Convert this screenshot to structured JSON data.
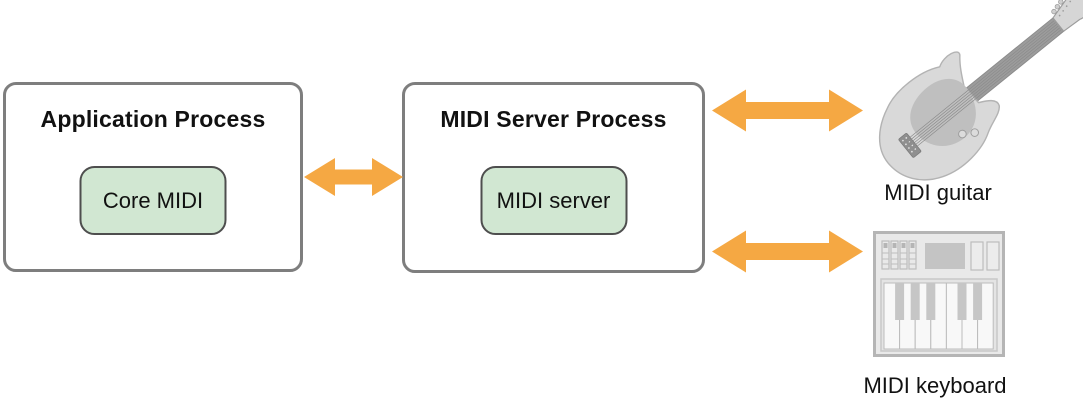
{
  "colors": {
    "arrow_orange": "#F5A843",
    "box_border_gray": "#7E7E7E",
    "green_fill": "#D1E7D2",
    "green_border": "#4E4E4E",
    "text_color": "#111111",
    "canvas_bg": "#FFFFFF"
  },
  "processes": [
    {
      "title": "Application Process",
      "component": "Core MIDI"
    },
    {
      "title": "MIDI Server Process",
      "component": "MIDI server"
    }
  ],
  "devices": [
    {
      "label": "MIDI guitar",
      "icon": "electric-guitar-icon"
    },
    {
      "label": "MIDI keyboard",
      "icon": "midi-keyboard-icon"
    }
  ],
  "arrows": [
    {
      "name": "app-to-server",
      "type": "bidirectional-horizontal"
    },
    {
      "name": "server-to-guitar",
      "type": "bidirectional-horizontal"
    },
    {
      "name": "server-to-keyboard",
      "type": "bidirectional-horizontal"
    }
  ]
}
